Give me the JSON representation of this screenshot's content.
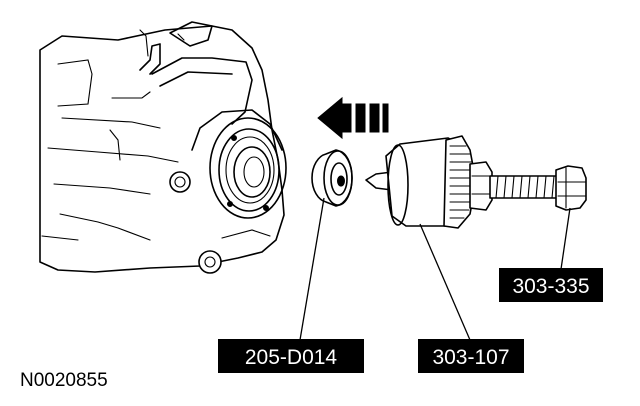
{
  "labels": {
    "seal": "205-D014",
    "installer": "303-107",
    "handle": "303-335"
  },
  "figure_id": "N0020855",
  "colors": {
    "ink": "#000000",
    "paper": "#ffffff",
    "label_text": "#ffffff"
  },
  "icons": {
    "direction": "arrow-left-icon"
  }
}
